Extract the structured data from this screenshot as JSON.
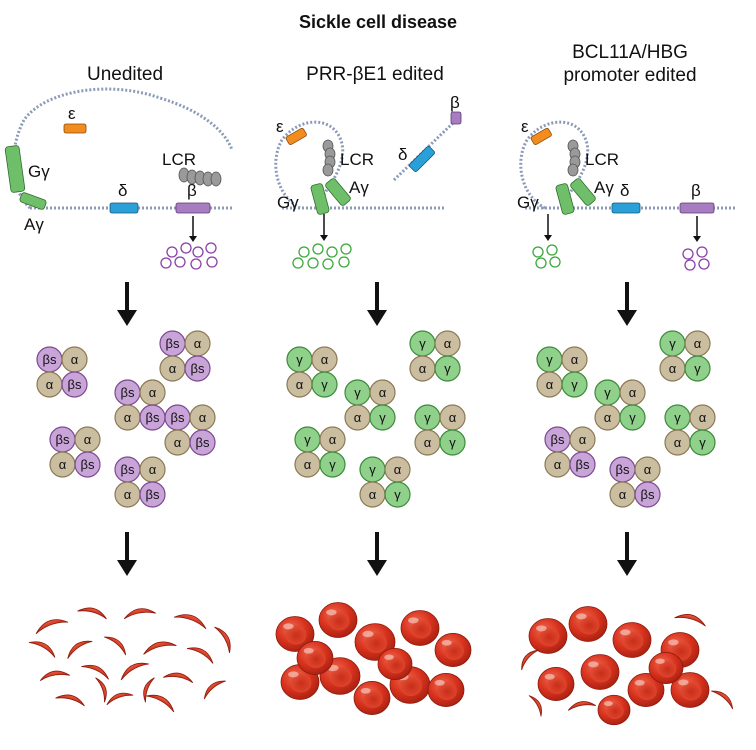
{
  "title": "Sickle cell disease",
  "columns": [
    {
      "heading": [
        "Unedited"
      ]
    },
    {
      "heading": [
        "PRR-βE1 edited"
      ]
    },
    {
      "heading": [
        "BCL11A/HBG",
        "promoter edited"
      ]
    }
  ],
  "gene_labels": {
    "epsilon": "ε",
    "g_gamma": "Gγ",
    "a_gamma": "Aγ",
    "delta": "δ",
    "beta": "β",
    "lcr": "LCR"
  },
  "subunits": {
    "alpha": "α",
    "beta_s": "βs",
    "gamma": "γ"
  },
  "tetramers": [
    [
      "sickle",
      "sickle",
      "sickle",
      "sickle",
      "sickle",
      "sickle"
    ],
    [
      "fetal",
      "fetal",
      "fetal",
      "fetal",
      "fetal",
      "fetal"
    ],
    [
      "fetal",
      "fetal",
      "fetal",
      "fetal",
      "sickle",
      "sickle"
    ]
  ],
  "cells": [
    "sickled",
    "normal",
    "mixed"
  ],
  "colors": {
    "epsilon": "#f28c1e",
    "gamma": "#6fbf6a",
    "delta": "#2a9fd8",
    "beta": "#a87cc0",
    "lcr": "#9a9a9a",
    "alpha_fill": "#cbbd9f",
    "beta_s_fill": "#c9a4d8",
    "gamma_fill": "#8fd08a",
    "rbc": "#d8321e",
    "protein_purple": "#8a3fa8",
    "protein_green": "#39a83a",
    "dna": "#8a9ab8"
  }
}
